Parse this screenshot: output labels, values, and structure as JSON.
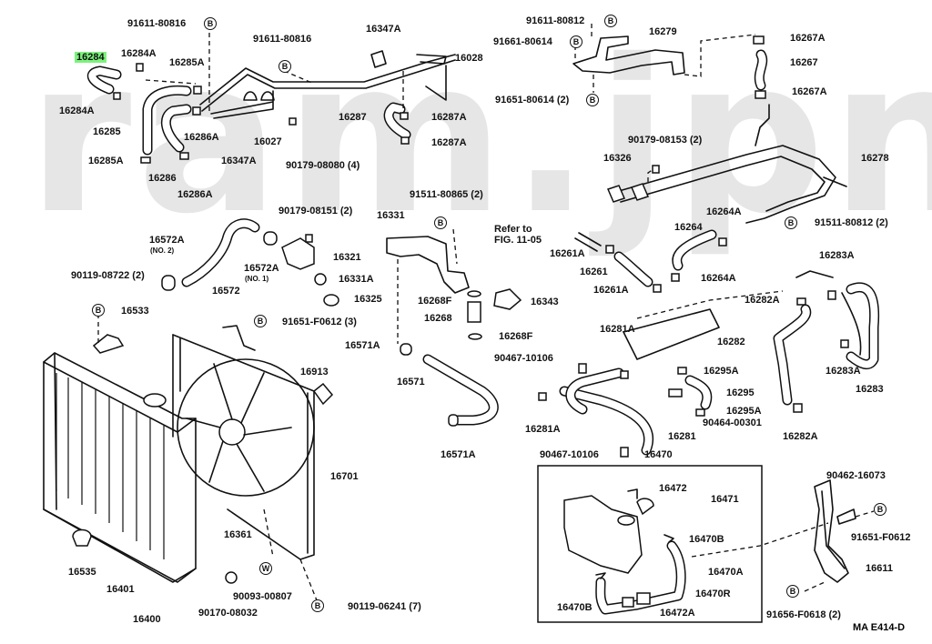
{
  "watermark": "ram.jpn",
  "figure_code": "MA E414-D",
  "highlighted_part": "16284",
  "highlight_color": "#7cf27c",
  "labels": {
    "p16284": "16284",
    "p16284A_1": "16284A",
    "p16284A_2": "16284A",
    "p16285A_1": "16285A",
    "p16285": "16285",
    "p16285A_2": "16285A",
    "p16286A_1": "16286A",
    "p16286": "16286",
    "p16286A_2": "16286A",
    "b91611_1": "91611-80816",
    "b91611_2": "91611-80816",
    "p16347A_1": "16347A",
    "p16347A_2": "16347A",
    "p16027": "16027",
    "p16028": "16028",
    "p16287": "16287",
    "p16287A_1": "16287A",
    "p16287A_2": "16287A",
    "b90179_08080": "90179-08080 (4)",
    "b91611_80812": "91611-80812",
    "b91661_80614": "91661-80614",
    "b91651_80614": "91651-80614 (2)",
    "p16279": "16279",
    "p16267A_1": "16267A",
    "p16267": "16267",
    "p16267A_2": "16267A",
    "b90179_08153": "90179-08153 (2)",
    "p16326": "16326",
    "p16278": "16278",
    "p16264A_1": "16264A",
    "p16264": "16264",
    "p16264A_2": "16264A",
    "b91511_80812": "91511-80812 (2)",
    "b91511_80865": "91511-80865 (2)",
    "p16331": "16331",
    "refer_to_1": "Refer to",
    "refer_to_2": "FIG. 11-05",
    "p16261A_1": "16261A",
    "p16261": "16261",
    "p16261A_2": "16261A",
    "b90179_08151": "90179-08151 (2)",
    "p16572A_2": "16572A",
    "p16572A_2_note": "(NO. 2)",
    "p16572A_1": "16572A",
    "p16572A_1_note": "(NO. 1)",
    "p16572": "16572",
    "p16321": "16321",
    "p16331A": "16331A",
    "p16325": "16325",
    "b90119_08722": "90119-08722 (2)",
    "p16533": "16533",
    "b91651_F0612_3": "91651-F0612 (3)",
    "p16268F_1": "16268F",
    "p16268": "16268",
    "p16268F_2": "16268F",
    "p16343": "16343",
    "p16571A_1": "16571A",
    "p16571": "16571",
    "p16571A_2": "16571A",
    "p16913": "16913",
    "p16701": "16701",
    "p16361": "16361",
    "p16535": "16535",
    "p16401": "16401",
    "p16400": "16400",
    "b90093_00807": "90093-00807",
    "b90170_08032": "90170-08032",
    "b90119_06241": "90119-06241 (7)",
    "p16281A_1": "16281A",
    "p16281A_2": "16281A",
    "p16281": "16281",
    "b90467_10106_1": "90467-10106",
    "b90467_10106_2": "90467-10106",
    "p16282": "16282",
    "p16282A_1": "16282A",
    "p16282A_2": "16282A",
    "p16283A_1": "16283A",
    "p16283A_2": "16283A",
    "p16283": "16283",
    "p16295A_1": "16295A",
    "p16295": "16295",
    "p16295A_2": "16295A",
    "b90464_00301": "90464-00301",
    "p16470": "16470",
    "p16472": "16472",
    "p16471": "16471",
    "p16470B_1": "16470B",
    "p16470A": "16470A",
    "p16470R": "16470R",
    "p16470B_2": "16470B",
    "p16472A": "16472A",
    "b90462_16073": "90462-16073",
    "b91651_F0612": "91651-F0612",
    "p16611": "16611",
    "b91656_F0618": "91656-F0618 (2)"
  },
  "badges": {
    "bolt": "B",
    "washer": "W"
  }
}
